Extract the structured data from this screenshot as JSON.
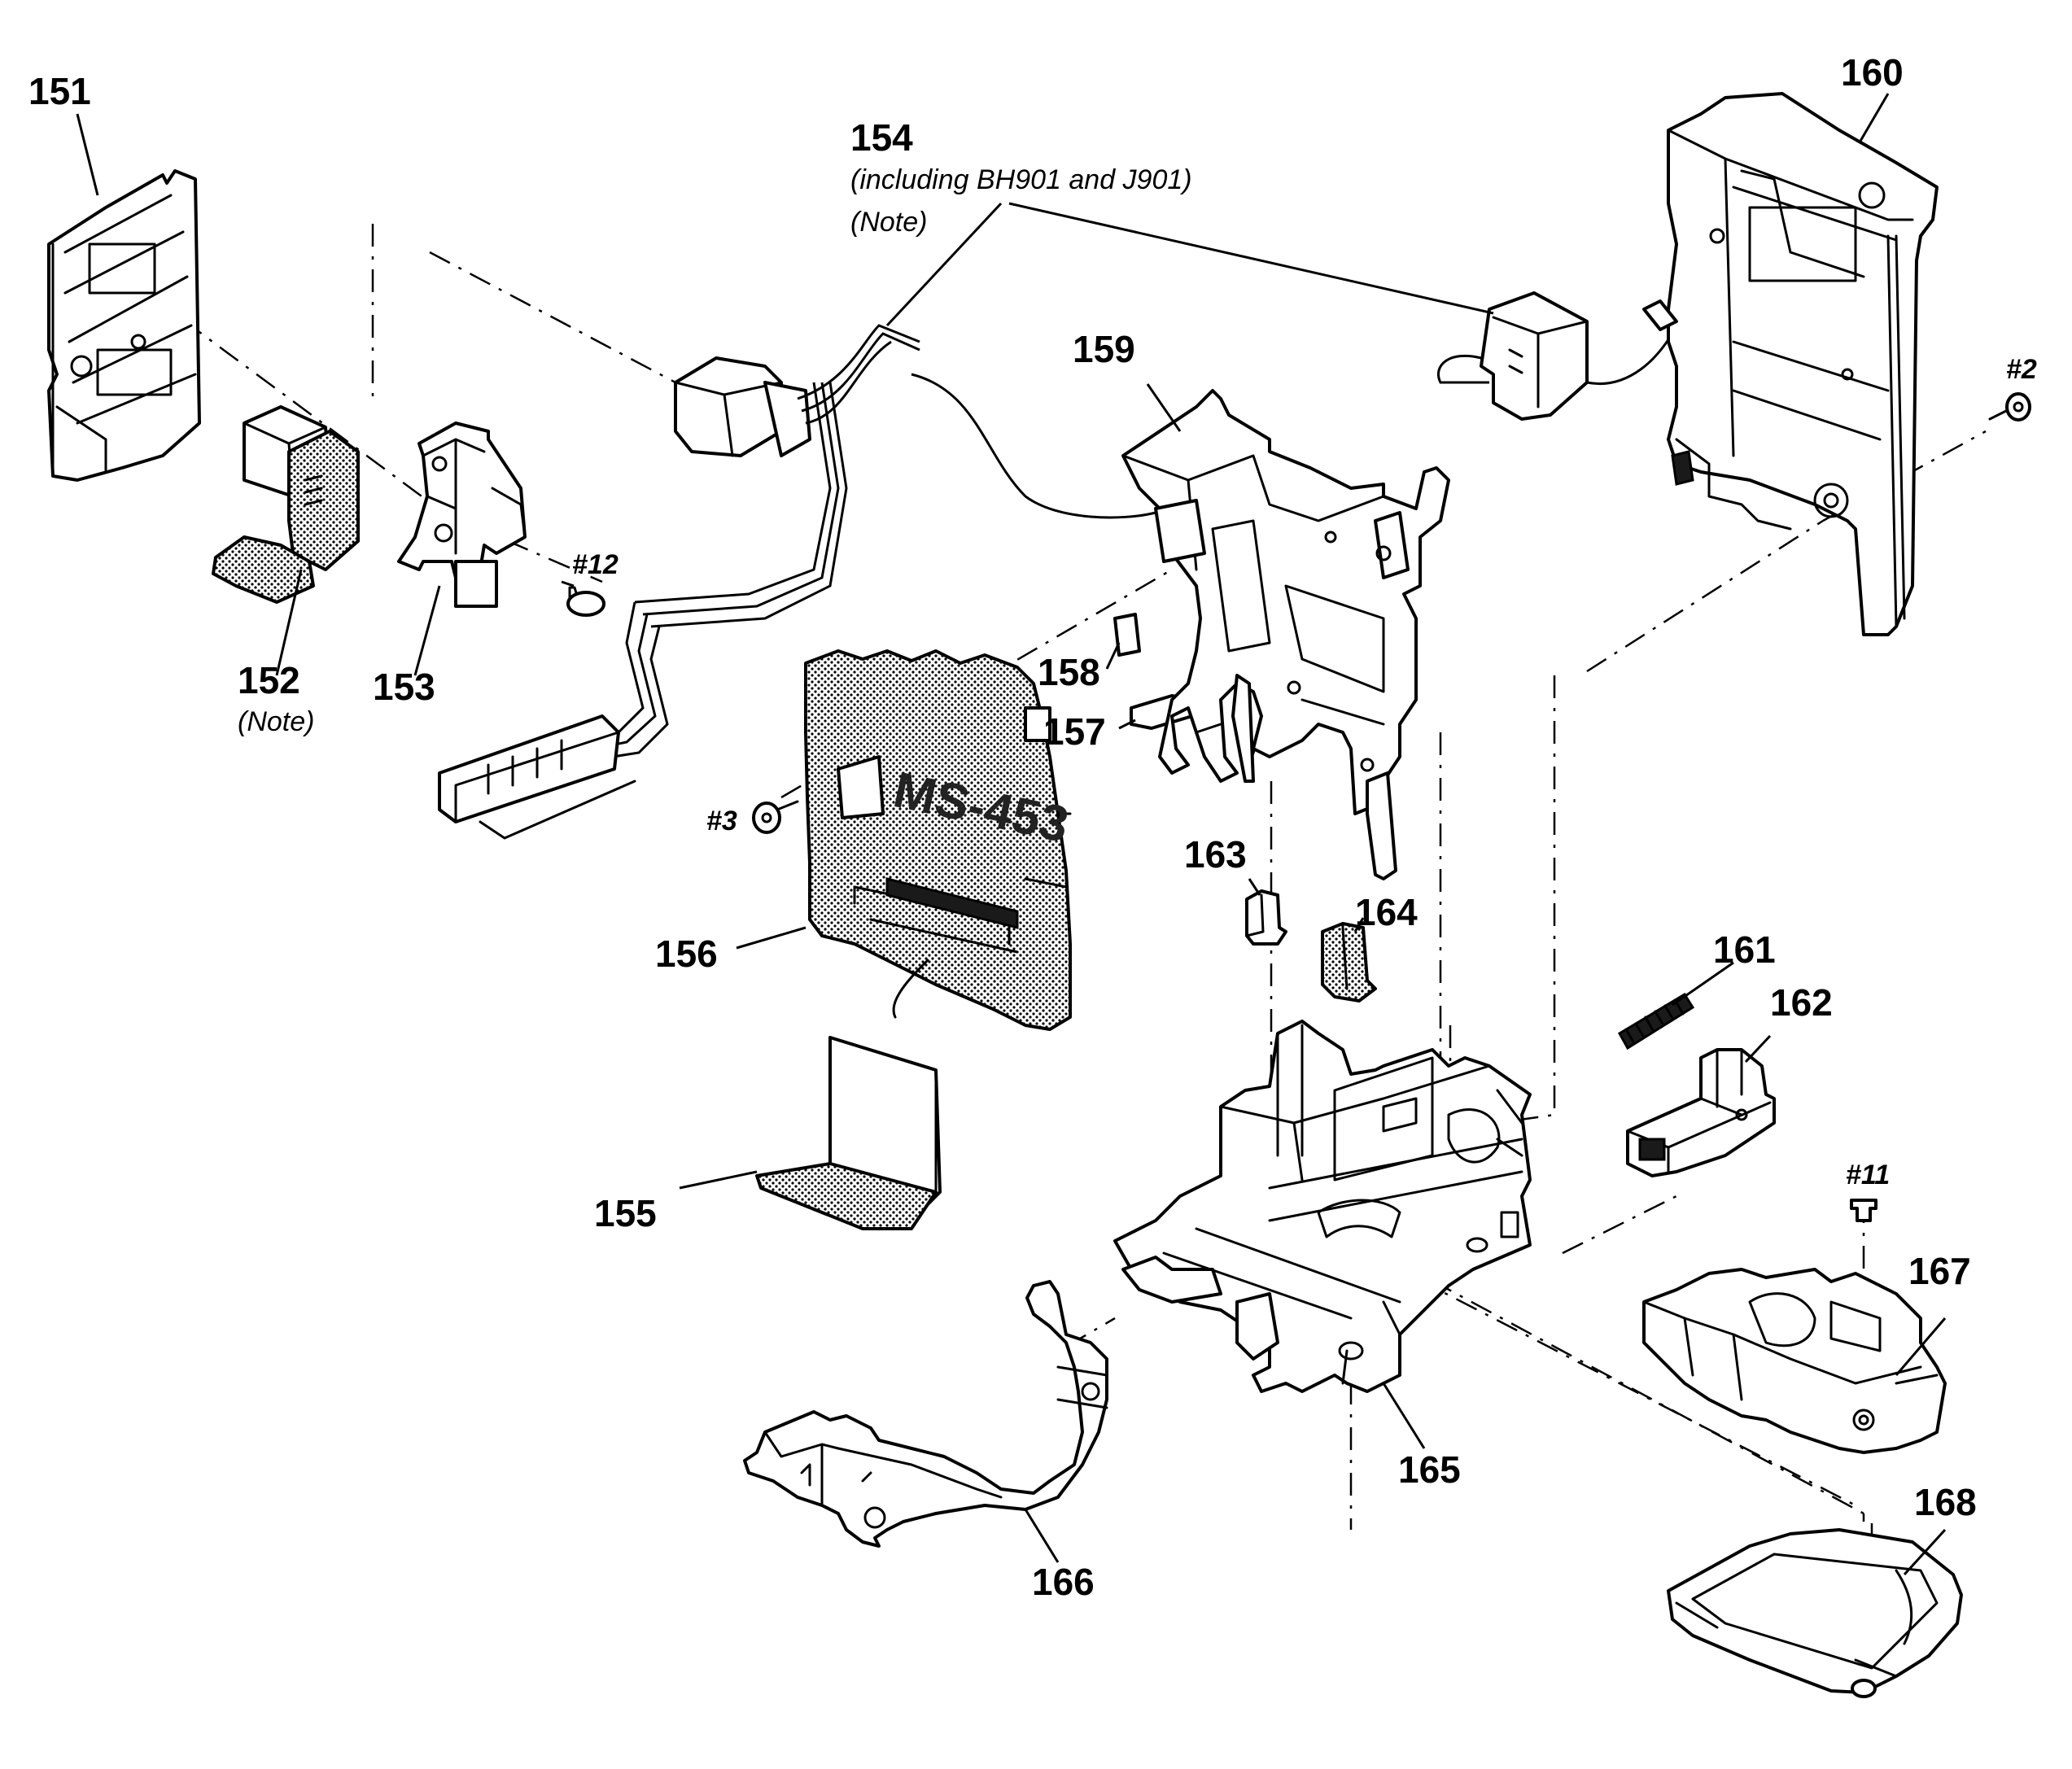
{
  "parts": {
    "p151": "151",
    "p152": "152",
    "p152_note": "(Note)",
    "p153": "153",
    "p154": "154",
    "p154_sub": "(including BH901 and J901)",
    "p154_note": "(Note)",
    "p155": "155",
    "p156": "156",
    "p157": "157",
    "p158": "158",
    "p159": "159",
    "p160": "160",
    "p161": "161",
    "p162": "162",
    "p163": "163",
    "p164": "164",
    "p165": "165",
    "p166": "166",
    "p167": "167",
    "p168": "168"
  },
  "screws": {
    "s2": "#2",
    "s3": "#3",
    "s11": "#11",
    "s12": "#12"
  },
  "board_marking": "MS-453"
}
